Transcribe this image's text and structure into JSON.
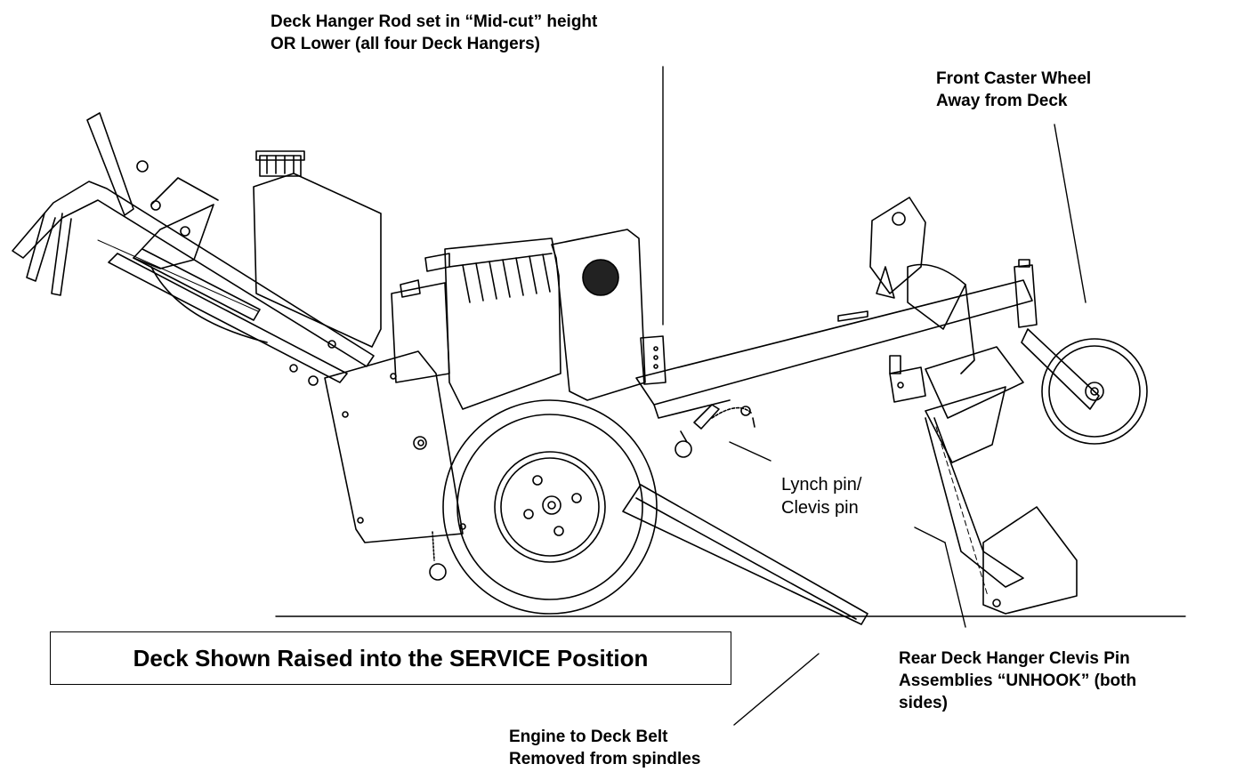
{
  "labels": {
    "deck_hanger_rod": "Deck Hanger Rod set in “Mid-cut” height\nOR Lower (all four Deck Hangers)",
    "front_caster": "Front Caster Wheel\nAway from Deck",
    "lynch_pin": "Lynch pin/\nClevis pin",
    "rear_clevis": "Rear Deck Hanger Clevis Pin\nAssemblies “UNHOOK” (both\nsides)",
    "engine_belt": "Engine to Deck Belt\nRemoved from spindles"
  },
  "caption": "Deck Shown Raised into the SERVICE Position"
}
